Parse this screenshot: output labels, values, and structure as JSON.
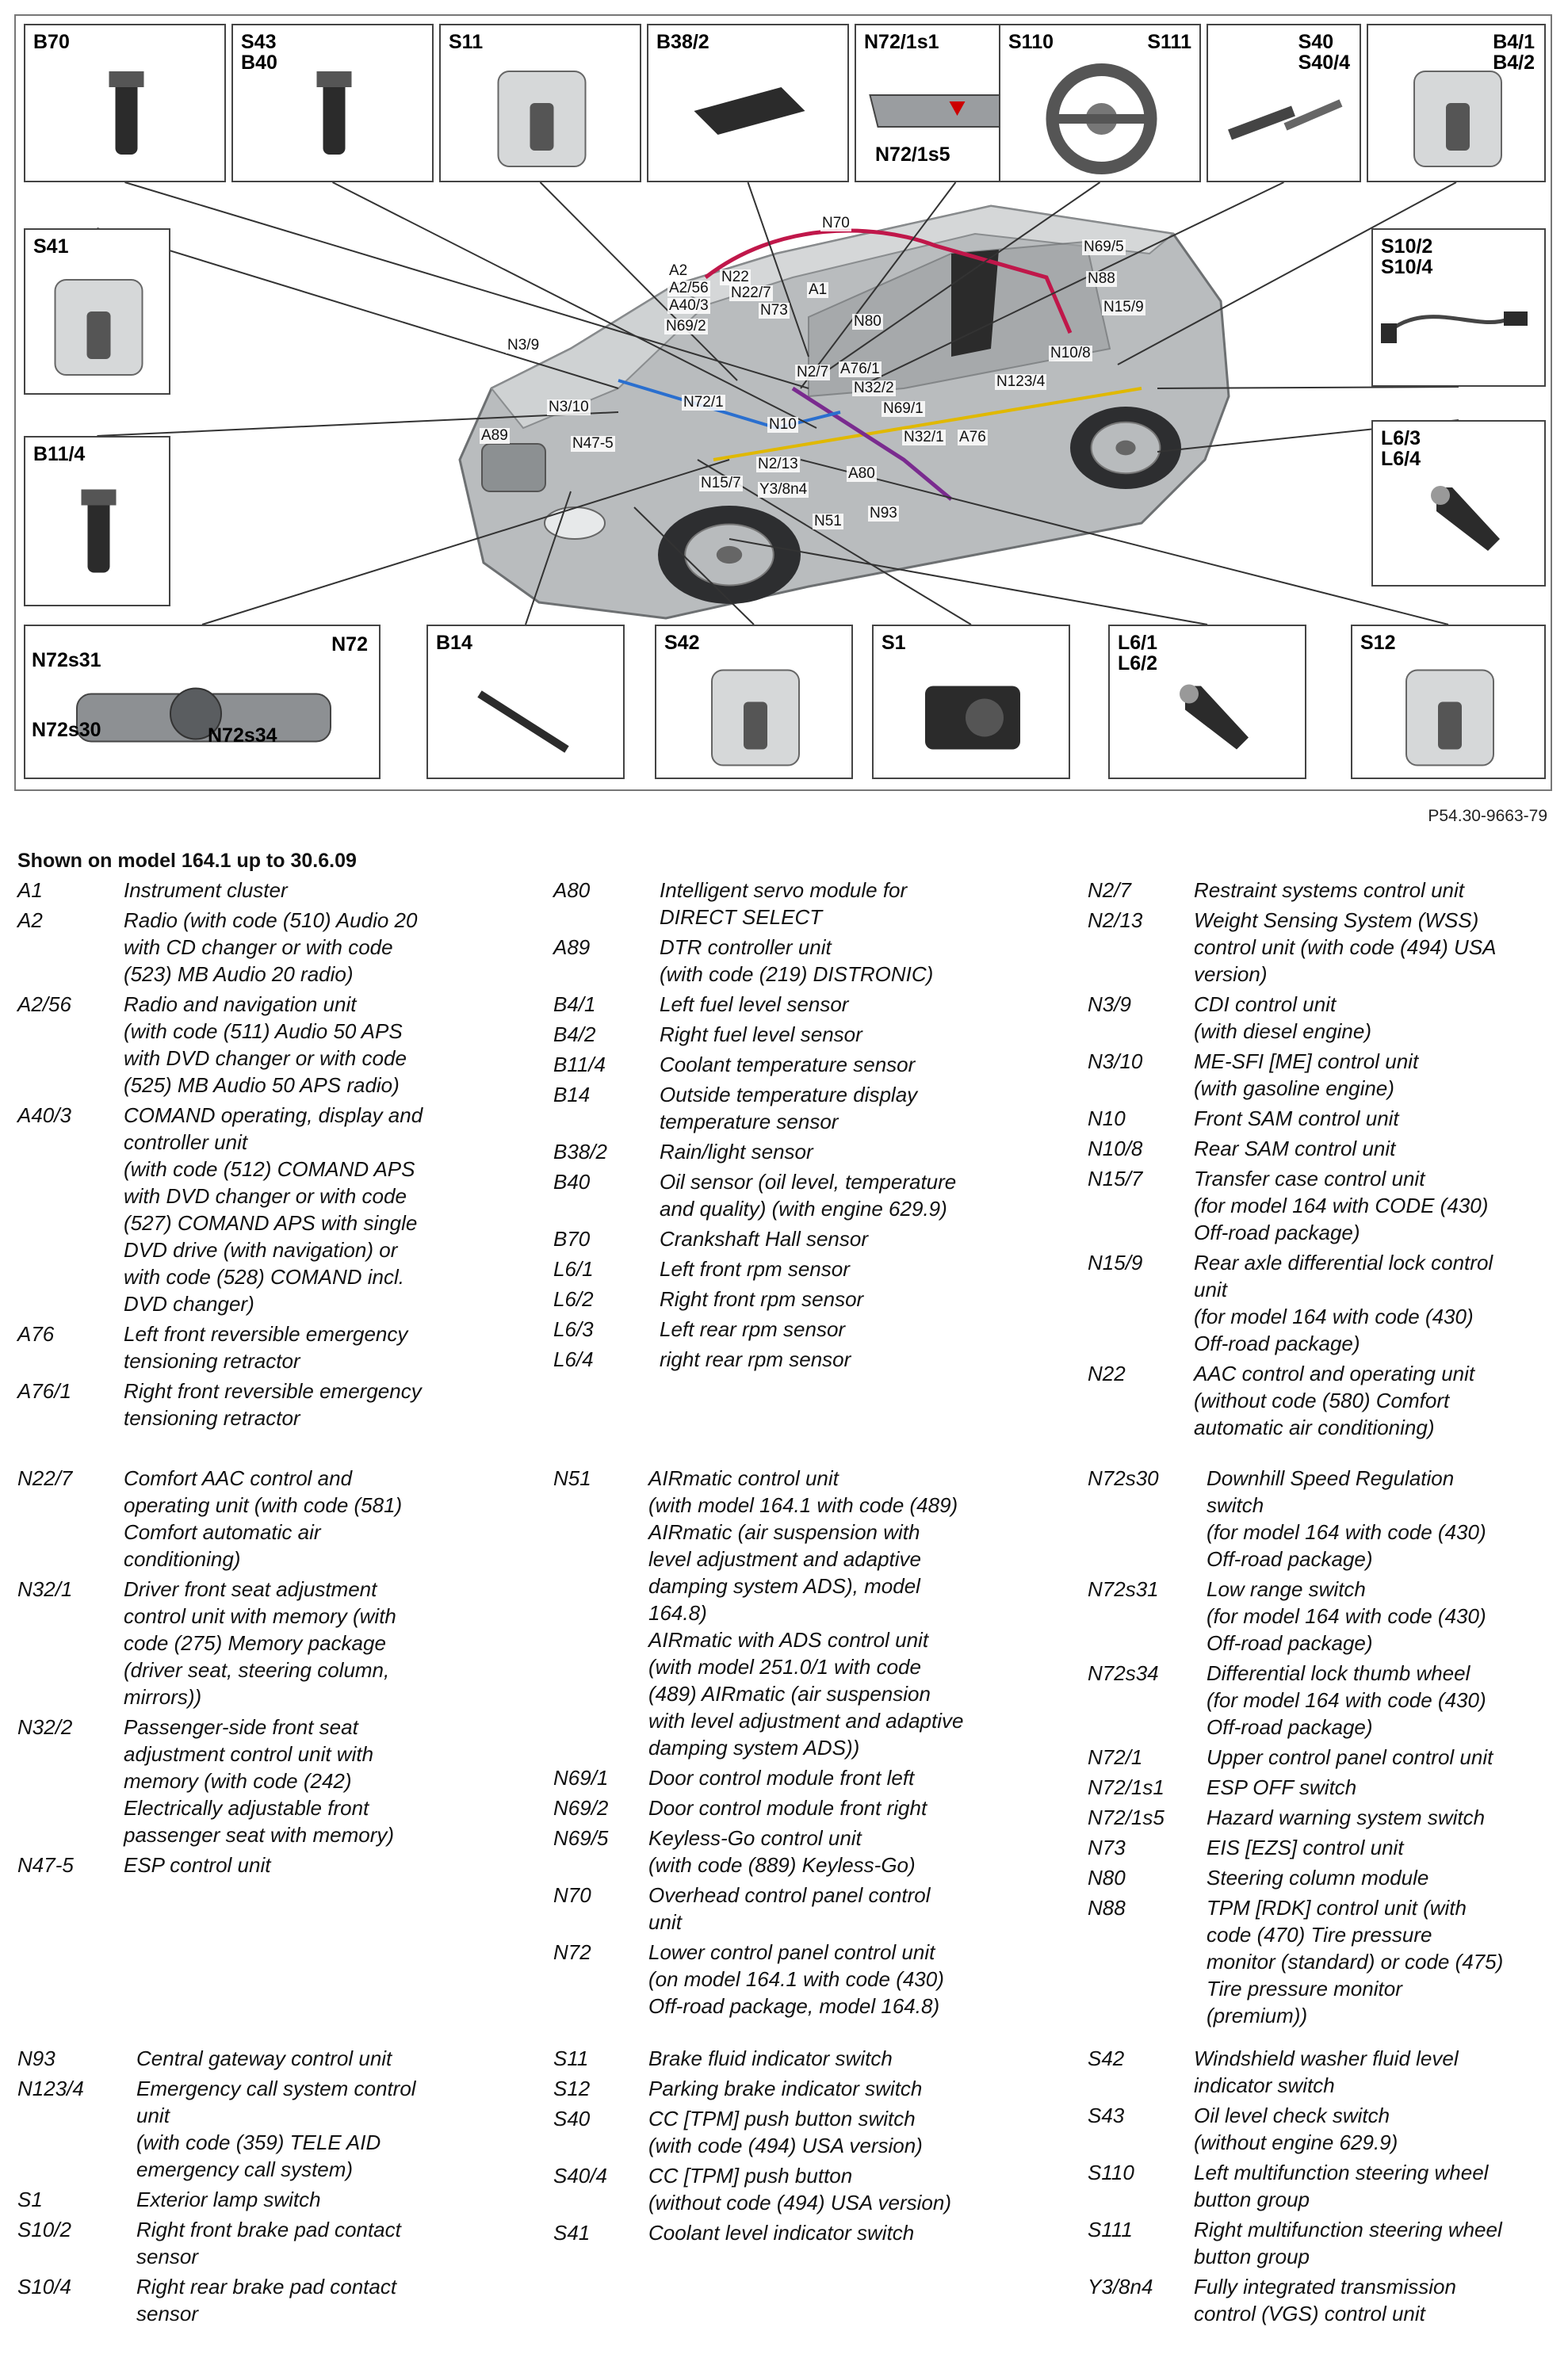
{
  "figure": {
    "reference": "P54.30-9663-79",
    "thumbnails": [
      {
        "id": "b70",
        "label": "B70",
        "icon": "crankshaft-sensor-icon"
      },
      {
        "id": "s43-b40",
        "label": "S43\nB40",
        "icon": "oil-level-switch-icon"
      },
      {
        "id": "s11",
        "label": "S11",
        "icon": "brake-fluid-reservoir-icon"
      },
      {
        "id": "b38-2",
        "label": "B38/2",
        "icon": "rain-light-sensor-icon"
      },
      {
        "id": "n72-1s1",
        "label": "N72/1s1",
        "label2": "N72/1s5",
        "icon": "upper-control-panel-icon"
      },
      {
        "id": "s110",
        "label": "S110",
        "label2": "S111",
        "icon": "steering-wheel-icon"
      },
      {
        "id": "s40",
        "label": "S40\nS40/4",
        "icon": "cruise-control-stalk-icon"
      },
      {
        "id": "b4-1",
        "label": "B4/1\nB4/2",
        "icon": "fuel-level-sensor-icon"
      },
      {
        "id": "s41",
        "label": "S41",
        "icon": "coolant-reservoir-icon"
      },
      {
        "id": "s10-2",
        "label": "S10/2\nS10/4",
        "icon": "brake-pad-sensor-icon"
      },
      {
        "id": "b11-4",
        "label": "B11/4",
        "icon": "coolant-temp-sensor-icon"
      },
      {
        "id": "l6-3",
        "label": "L6/3\nL6/4",
        "icon": "rear-rpm-sensor-icon"
      },
      {
        "id": "n72",
        "label": "N72",
        "label2": "N72s31",
        "label3": "N72s30",
        "label4": "N72s34",
        "icon": "lower-control-panel-icon"
      },
      {
        "id": "b14",
        "label": "B14",
        "icon": "outside-temp-sensor-icon"
      },
      {
        "id": "s42",
        "label": "S42",
        "icon": "washer-fluid-switch-icon"
      },
      {
        "id": "s1",
        "label": "S1",
        "icon": "light-switch-icon"
      },
      {
        "id": "l6-1",
        "label": "L6/1\nL6/2",
        "icon": "front-rpm-sensor-icon"
      },
      {
        "id": "s12",
        "label": "S12",
        "icon": "parking-brake-switch-icon"
      }
    ],
    "callouts": [
      "N70",
      "N69/5",
      "N88",
      "A2",
      "A2/56",
      "A40/3",
      "N22",
      "N22/7",
      "N73",
      "A1",
      "N80",
      "N15/9",
      "N69/2",
      "N3/9",
      "N10/8",
      "N2/7",
      "A76/1",
      "N32/2",
      "N123/4",
      "N72/1",
      "N3/10",
      "N69/1",
      "N10",
      "A89",
      "N47-5",
      "N32/1",
      "A76",
      "N2/13",
      "N15/7",
      "Y3/8n4",
      "A80",
      "N51",
      "N93"
    ]
  },
  "caption": "Shown on model 164.1 up to 30.6.09",
  "legend": [
    [
      [
        [
          "A1",
          "Instrument cluster"
        ],
        [
          "A2",
          "Radio (with code (510) Audio 20\nwith CD changer or with code\n(523) MB Audio 20 radio)"
        ],
        [
          "A2/56",
          "Radio and navigation unit\n(with code (511) Audio 50 APS\nwith DVD changer or with code\n(525) MB Audio 50 APS radio)"
        ],
        [
          "A40/3",
          "COMAND operating, display and\ncontroller unit\n(with code (512) COMAND APS\nwith DVD changer or with code\n(527) COMAND APS with single\nDVD drive (with navigation) or\nwith code (528) COMAND incl.\nDVD changer)"
        ],
        [
          "A76",
          "Left front reversible emergency\ntensioning retractor"
        ],
        [
          "A76/1",
          "Right front reversible emergency\ntensioning retractor"
        ]
      ],
      [
        [
          "A80",
          "Intelligent servo module for\nDIRECT SELECT"
        ],
        [
          "A89",
          "DTR controller unit\n(with code (219) DISTRONIC)"
        ],
        [
          "B4/1",
          "Left fuel level sensor"
        ],
        [
          "B4/2",
          "Right fuel level sensor"
        ],
        [
          "B11/4",
          "Coolant temperature sensor"
        ],
        [
          "B14",
          "Outside temperature display\ntemperature sensor"
        ],
        [
          "B38/2",
          "Rain/light sensor"
        ],
        [
          "B40",
          "Oil sensor (oil level, temperature\nand quality) (with engine 629.9)"
        ],
        [
          "B70",
          "Crankshaft Hall sensor"
        ],
        [
          "L6/1",
          "Left front rpm sensor"
        ],
        [
          "L6/2",
          "Right front rpm sensor"
        ],
        [
          "L6/3",
          "Left rear rpm sensor"
        ],
        [
          "L6/4",
          "right rear rpm sensor"
        ]
      ],
      [
        [
          "N2/7",
          "Restraint systems control unit"
        ],
        [
          "N2/13",
          "Weight Sensing System (WSS)\ncontrol unit (with code (494) USA\nversion)"
        ],
        [
          "N3/9",
          "CDI control unit\n(with diesel engine)"
        ],
        [
          "N3/10",
          "ME-SFI [ME] control unit\n(with gasoline engine)"
        ],
        [
          "N10",
          "Front SAM control unit"
        ],
        [
          "N10/8",
          "Rear SAM control unit"
        ],
        [
          "N15/7",
          "Transfer case control unit\n(for model 164 with CODE (430)\nOff-road package)"
        ],
        [
          "N15/9",
          "Rear axle differential lock control\nunit\n(for model 164 with code (430)\nOff-road package)"
        ],
        [
          "N22",
          "AAC control and operating unit\n(without code (580) Comfort\nautomatic air conditioning)"
        ]
      ]
    ],
    [
      [
        [
          "N22/7",
          "Comfort AAC control and\noperating unit (with code (581)\nComfort automatic air\nconditioning)"
        ],
        [
          "N32/1",
          "Driver front seat adjustment\ncontrol unit with memory (with\ncode (275) Memory package\n(driver seat, steering column,\nmirrors))"
        ],
        [
          "N32/2",
          "Passenger-side front seat\nadjustment control unit with\nmemory (with code (242)\nElectrically adjustable front\npassenger seat with memory)"
        ],
        [
          "N47-5",
          "ESP control unit"
        ]
      ],
      [
        [
          "N51",
          "AIRmatic control unit\n(with model 164.1 with code (489)\nAIRmatic (air suspension with\nlevel adjustment and adaptive\ndamping system ADS), model\n164.8)\nAIRmatic with ADS control unit\n(with model 251.0/1 with code\n(489) AIRmatic (air suspension\nwith level adjustment and adaptive\ndamping system ADS))"
        ],
        [
          "N69/1",
          "Door control module front left"
        ],
        [
          "N69/2",
          "Door control module front right"
        ],
        [
          "N69/5",
          "Keyless-Go control unit\n(with code (889) Keyless-Go)"
        ],
        [
          "N70",
          "Overhead control panel control\nunit"
        ],
        [
          "N72",
          "Lower control panel control unit\n(on model 164.1 with code (430)\nOff-road package, model 164.8)"
        ]
      ],
      [
        [
          "N72s30",
          "Downhill Speed Regulation\nswitch\n(for model 164 with code (430)\nOff-road package)"
        ],
        [
          "N72s31",
          "Low range switch\n(for model 164 with code (430)\nOff-road package)"
        ],
        [
          "N72s34",
          "Differential lock thumb wheel\n(for model 164 with code (430)\nOff-road package)"
        ],
        [
          "N72/1",
          "Upper control panel control unit"
        ],
        [
          "N72/1s1",
          "ESP OFF switch"
        ],
        [
          "N72/1s5",
          "Hazard warning system switch"
        ],
        [
          "N73",
          "EIS [EZS] control unit"
        ],
        [
          "N80",
          "Steering column module"
        ],
        [
          "N88",
          "TPM [RDK] control unit (with\ncode (470) Tire pressure\nmonitor (standard) or code (475)\nTire pressure monitor\n(premium))"
        ]
      ]
    ],
    [
      [
        [
          "N93",
          "Central gateway control unit"
        ],
        [
          "N123/4",
          "Emergency call system control\nunit\n(with code (359) TELE AID\nemergency call system)"
        ],
        [
          "S1",
          "Exterior lamp switch"
        ],
        [
          "S10/2",
          "Right front brake pad contact\nsensor"
        ],
        [
          "S10/4",
          "Right rear brake pad contact\nsensor"
        ]
      ],
      [
        [
          "S11",
          "Brake fluid indicator switch"
        ],
        [
          "S12",
          "Parking brake indicator switch"
        ],
        [
          "S40",
          "CC [TPM] push button switch\n(with code (494) USA version)"
        ],
        [
          "S40/4",
          "CC [TPM] push button\n(without code (494) USA version)"
        ],
        [
          "S41",
          "Coolant level indicator switch"
        ]
      ],
      [
        [
          "S42",
          "Windshield washer fluid level\nindicator switch"
        ],
        [
          "S43",
          "Oil level check switch\n(without engine 629.9)"
        ],
        [
          "S110",
          "Left multifunction steering wheel\nbutton group"
        ],
        [
          "S111",
          "Right multifunction steering wheel\nbutton group"
        ],
        [
          "Y3/8n4",
          "Fully integrated transmission\ncontrol (VGS) control unit"
        ]
      ]
    ]
  ]
}
